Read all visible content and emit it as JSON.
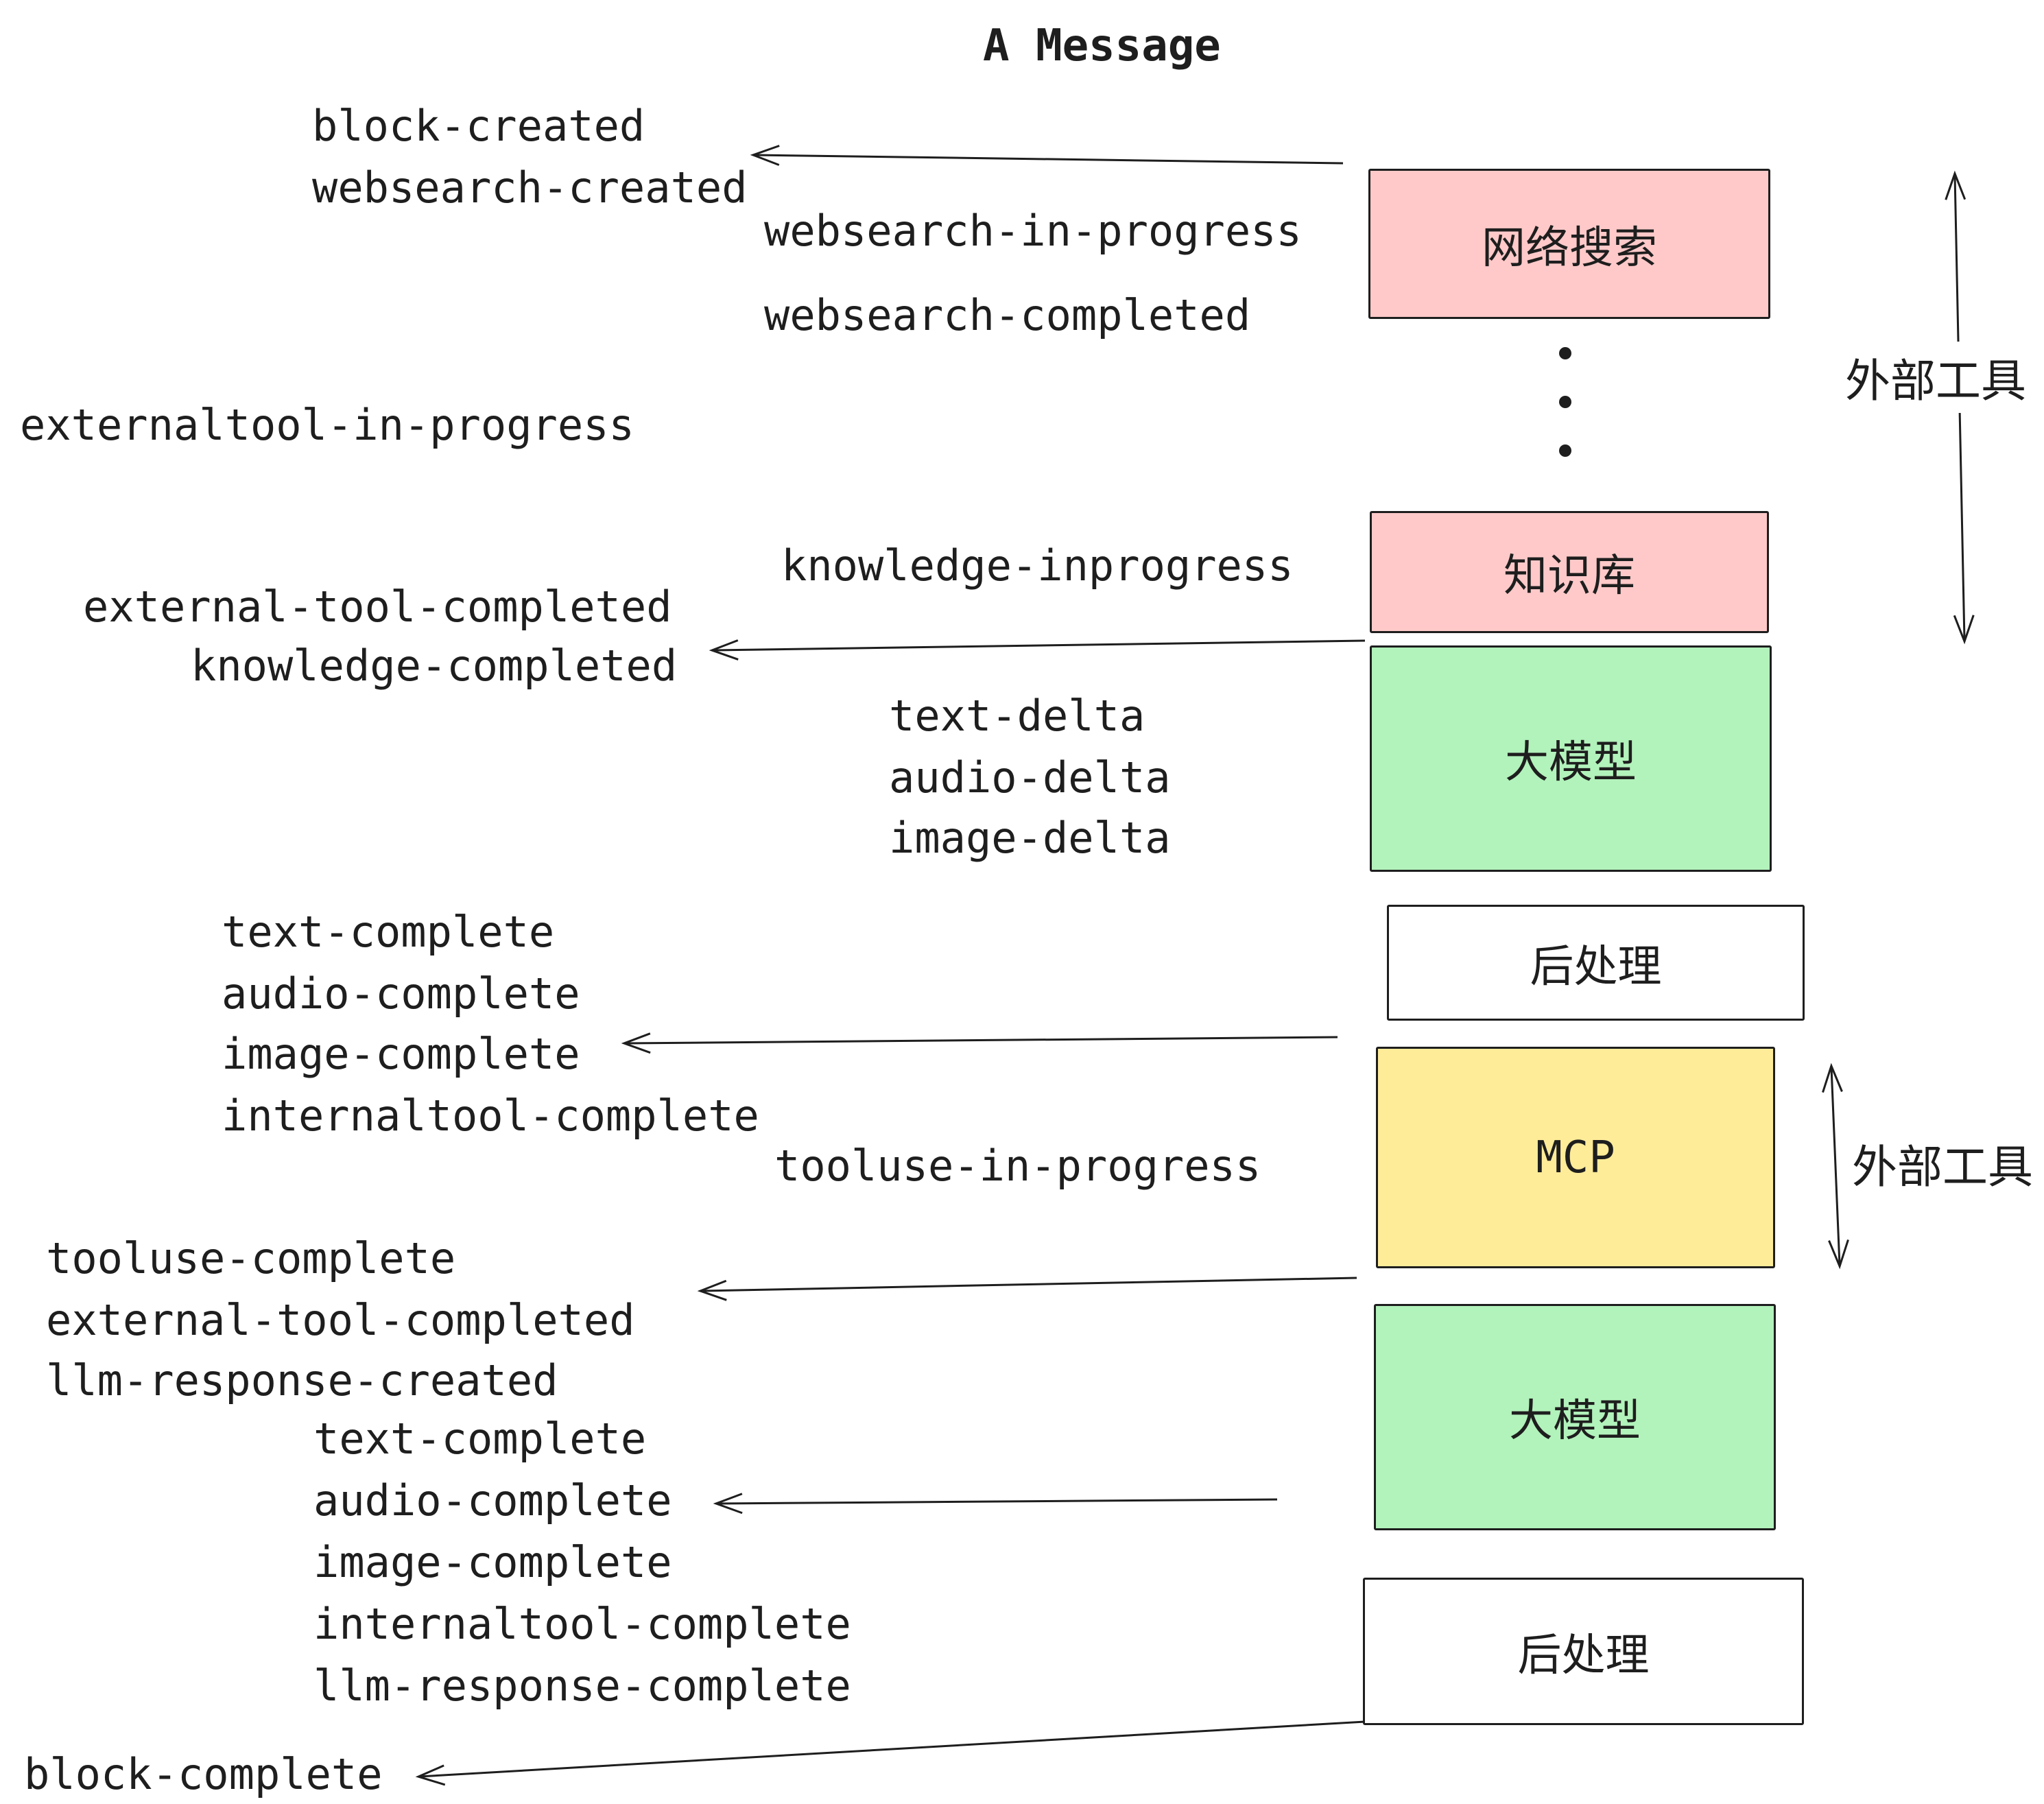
{
  "title": "A Message",
  "events": [
    {
      "text": "block-created"
    },
    {
      "text": "websearch-created"
    },
    {
      "text": "websearch-in-progress"
    },
    {
      "text": "websearch-completed"
    },
    {
      "text": "externaltool-in-progress"
    },
    {
      "text": "knowledge-inprogress"
    },
    {
      "text": "external-tool-completed"
    },
    {
      "text": "knowledge-completed"
    },
    {
      "text": "text-delta"
    },
    {
      "text": "audio-delta"
    },
    {
      "text": "image-delta"
    },
    {
      "text": "text-complete"
    },
    {
      "text": "audio-complete"
    },
    {
      "text": "image-complete"
    },
    {
      "text": "internaltool-complete"
    },
    {
      "text": "tooluse-in-progress"
    },
    {
      "text": "tooluse-complete"
    },
    {
      "text": "external-tool-completed"
    },
    {
      "text": "llm-response-created"
    },
    {
      "text": "text-complete"
    },
    {
      "text": "audio-complete"
    },
    {
      "text": "image-complete"
    },
    {
      "text": "internaltool-complete"
    },
    {
      "text": "llm-response-complete"
    },
    {
      "text": "block-complete"
    }
  ],
  "boxes": [
    {
      "label": "网络搜索",
      "color": "#ffc9c9"
    },
    {
      "label": "知识库",
      "color": "#ffc9c9"
    },
    {
      "label": "大模型",
      "color": "#b2f2bb"
    },
    {
      "label": "后处理",
      "color": "#ffffff"
    },
    {
      "label": "MCP",
      "color": "#ffec99"
    },
    {
      "label": "大模型",
      "color": "#b2f2bb"
    },
    {
      "label": "后处理",
      "color": "#ffffff"
    }
  ],
  "annotations": {
    "external_tools_top": "外部工具",
    "external_tools_bottom": "外部工具"
  },
  "colors": {
    "stroke": "#1e1e1e",
    "box_pink": "#ffc9c9",
    "box_green": "#b2f2bb",
    "box_yellow": "#ffec99",
    "box_white": "#ffffff"
  }
}
